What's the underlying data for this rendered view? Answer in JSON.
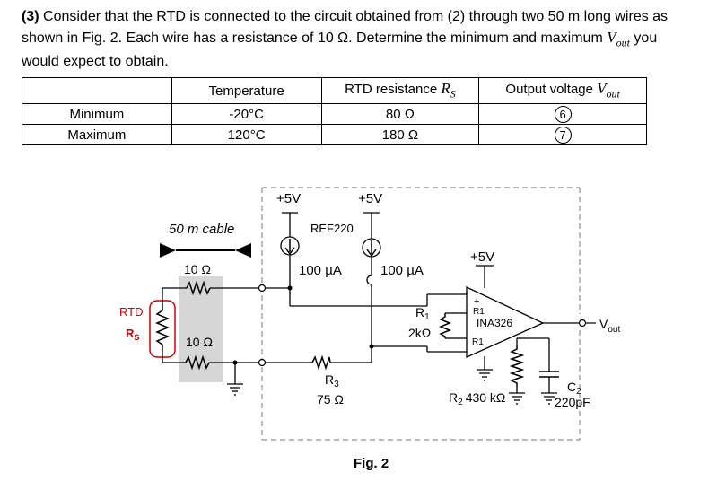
{
  "question": {
    "number": "(3)",
    "line1": " Consider that the RTD is connected to the circuit obtained from (2) through two 50 m long wires as",
    "line2_pre": "shown in Fig. 2. Each wire has a resistance of 10 Ω. Determine the minimum and maximum ",
    "var_V": "V",
    "var_out": "out",
    "line2_post": " you",
    "line3": "would expect to obtain."
  },
  "table": {
    "headers": {
      "col1": "",
      "col2": "Temperature",
      "col3_pre": "RTD resistance ",
      "col3_var": "R",
      "col3_sub": "S",
      "col4_pre": "Output voltage ",
      "col4_var": "V",
      "col4_sub": "out"
    },
    "rows": [
      {
        "label": "Minimum",
        "temperature": "-20°C",
        "resistance": "80 Ω",
        "answer": "6"
      },
      {
        "label": "Maximum",
        "temperature": "120°C",
        "resistance": "180 Ω",
        "answer": "7"
      }
    ]
  },
  "figure": {
    "cable_label": "50 m cable",
    "wire_r_top": "10 Ω",
    "wire_r_bottom": "10 Ω",
    "rtd_label": "RTD",
    "rs_label": "R",
    "rs_sub": "S",
    "supply1": "+5V",
    "supply2": "+5V",
    "ref_label": "REF220",
    "current1": "100 µA",
    "current2": "100 µA",
    "r1_label": "R",
    "r1_sub": "1",
    "r1_value": "2kΩ",
    "r3_label": "R",
    "r3_sub": "3",
    "r3_value": "75 Ω",
    "opamp_supply": "+5V",
    "opamp_plus": "+",
    "opamp_r1a": "R1",
    "opamp_name": "INA326",
    "opamp_r1b": "R1",
    "r2_label": "R",
    "r2_sub": "2",
    "r2_value": "430 kΩ",
    "c2_label": "C",
    "c2_sub": "2",
    "c2_value": "220pF",
    "vout_label": "V",
    "vout_sub": "out",
    "caption": "Fig. 2"
  }
}
